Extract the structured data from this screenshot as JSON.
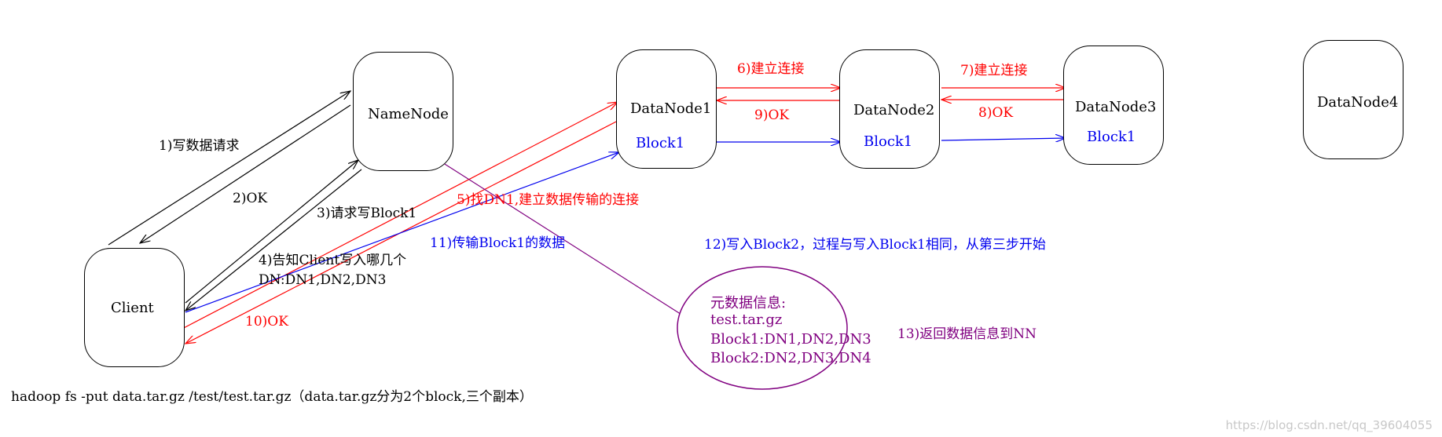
{
  "colors": {
    "black": "#000000",
    "red": "#ff0000",
    "blue": "#0000ee",
    "purple": "#800080",
    "watermark": "#c8c8c8"
  },
  "nodes": {
    "namenode": "NameNode",
    "client": "Client",
    "datanode1": "DataNode1",
    "datanode2": "DataNode2",
    "datanode3": "DataNode3",
    "datanode4": "DataNode4"
  },
  "blocks": {
    "dn1": "Block1",
    "dn2": "Block1",
    "dn3": "Block1"
  },
  "steps": {
    "s1": "1)写数据请求",
    "s2": "2)OK",
    "s3": "3)请求写Block1",
    "s4_line1": "4)告知Client写入哪几个",
    "s4_line2": "DN:DN1,DN2,DN3",
    "s5": "5)找DN1,建立数据传输的连接",
    "s6": "6)建立连接",
    "s7": "7)建立连接",
    "s8": "8)OK",
    "s9": "9)OK",
    "s10": "10)OK",
    "s11": "11)传输Block1的数据",
    "s12": "12)写入Block2，过程与写入Block1相同，从第三步开始",
    "s13": "13)返回数据信息到NN"
  },
  "metadata": {
    "title": "元数据信息:",
    "file": "test.tar.gz",
    "block1": "Block1:DN1,DN2,DN3",
    "block2": "Block2:DN2,DN3,DN4"
  },
  "command": "hadoop  fs  -put  data.tar.gz  /test/test.tar.gz（data.tar.gz分为2个block,三个副本）",
  "watermark": "https://blog.csdn.net/qq_39604055"
}
